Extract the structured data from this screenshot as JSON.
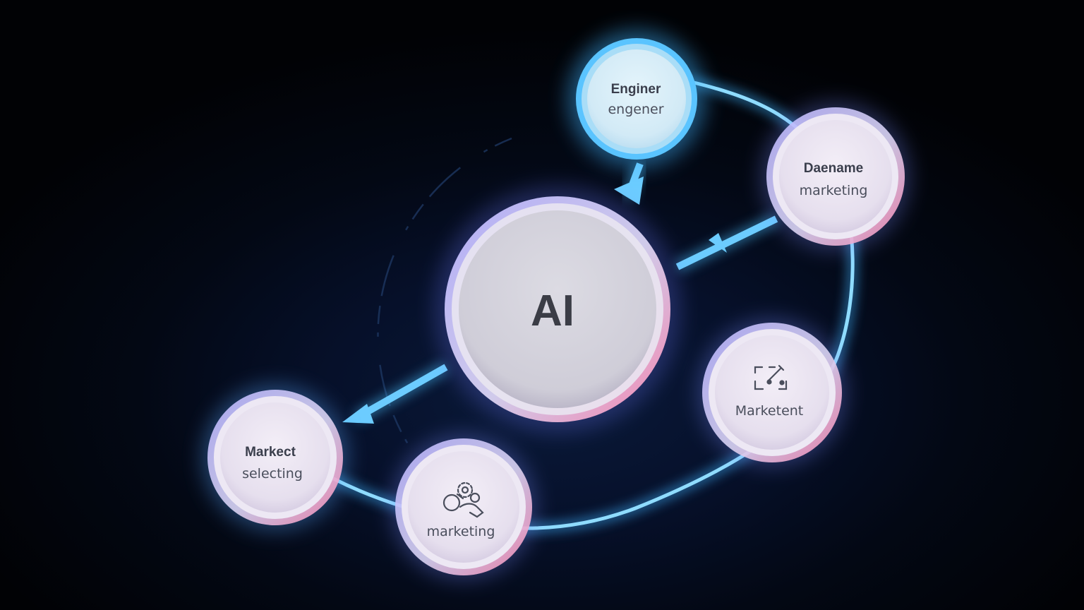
{
  "center": {
    "label": "AI"
  },
  "nodes": [
    {
      "id": "engineer",
      "title": "Enginer",
      "subtitle": "engener",
      "icon": ""
    },
    {
      "id": "marketing-top",
      "title": "Daename",
      "subtitle": "marketing",
      "icon": ""
    },
    {
      "id": "content",
      "title": "",
      "subtitle": "Marketent",
      "icon": "crop-pencil-icon"
    },
    {
      "id": "marketing-bottom",
      "title": "",
      "subtitle": "marketing",
      "icon": "gears-hand-icon"
    },
    {
      "id": "selecting",
      "title": "Markect",
      "subtitle": "selecting",
      "icon": ""
    }
  ],
  "colors": {
    "glow": "#4fc3ff",
    "ring": "#7fd4ff",
    "node_fill": "#ece6f2",
    "accent_pink": "#ff6fa8",
    "background": "#020308"
  }
}
